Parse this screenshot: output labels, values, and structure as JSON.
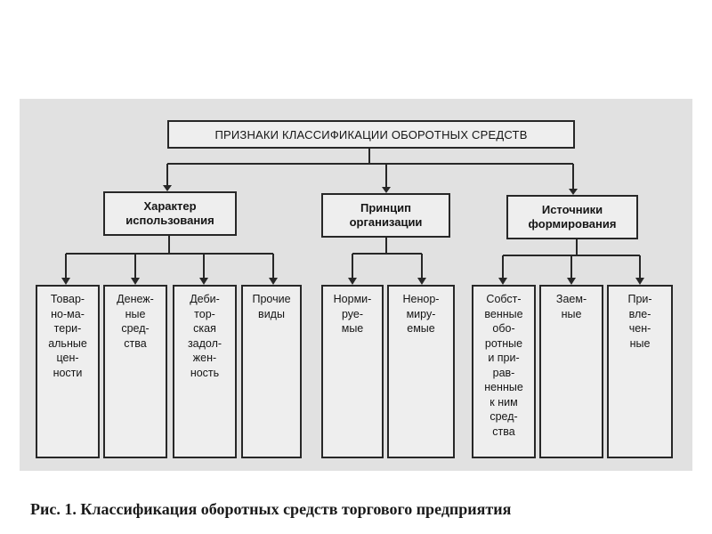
{
  "diagram": {
    "root": "ПРИЗНАКИ КЛАССИФИКАЦИИ ОБОРОТНЫХ СРЕДСТВ",
    "categories": [
      {
        "label": "Характер\nиспользования",
        "items": [
          "Товар-\nно-ма-\nтери-\nальные\nцен-\nности",
          "Денеж-\nные\nсред-\nства",
          "Деби-\nтор-\nская\nзадол-\nжен-\nность",
          "Прочие\nвиды"
        ]
      },
      {
        "label": "Принцип\nорганизации",
        "items": [
          "Норми-\nруе-\nмые",
          "Ненор-\nмиру-\nемые"
        ]
      },
      {
        "label": "Источники\nформирования",
        "items": [
          "Собст-\nвенные\nобо-\nротные\nи при-\nрав-\nненные\nк ним\nсред-\nства",
          "Заем-\nные",
          "При-\nвле-\nчен-\nные"
        ]
      }
    ]
  },
  "caption": "Рис. 1. Классификация оборотных средств торгового предприятия"
}
